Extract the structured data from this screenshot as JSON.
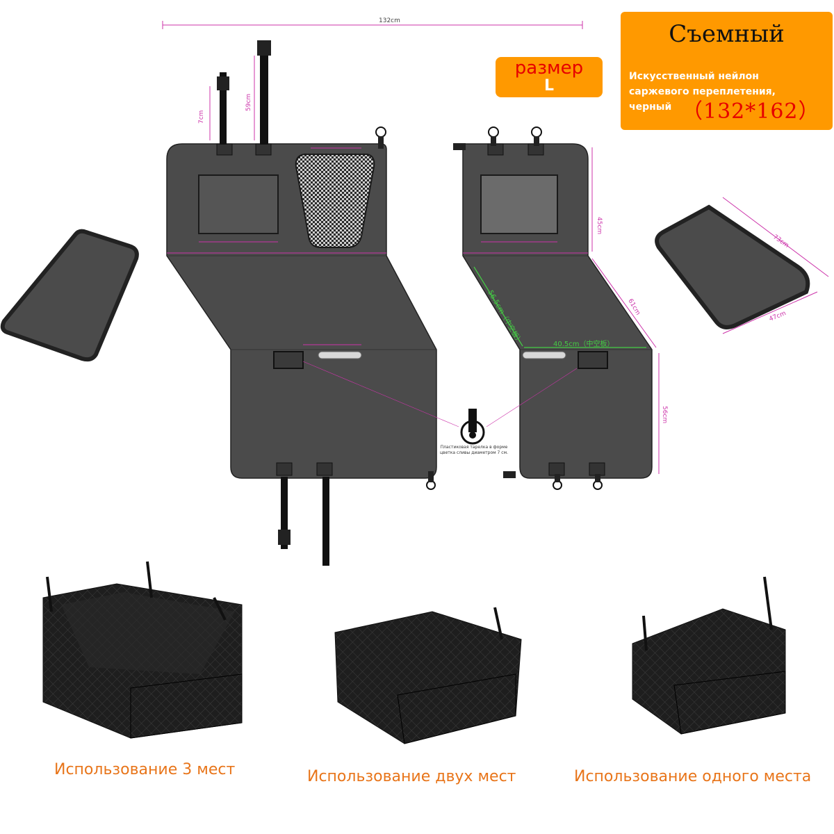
{
  "badges": {
    "size_line1": "размер",
    "size_line2": "L",
    "title": "Съемный",
    "desc_line1": "Искусственный нейлон",
    "desc_line2": "саржевого переплетения,",
    "desc_line3": "черный",
    "dims": "（132*162）"
  },
  "dimensions": {
    "total_width": "132cm",
    "strap_left": "7cm",
    "strap_right": "59cm",
    "panel_45": "45cm",
    "panel_61": "61cm",
    "panel_56": "56cm",
    "pad_73": "73cm",
    "pad_47": "47cm",
    "diag_565": "56.5cm（中空板）",
    "width_405": "40.5cm（中空板）"
  },
  "notes": {
    "hook_note": "Пластиковая тарелка в форме цветка сливы диаметром 7 см."
  },
  "captions": {
    "three": "Использование 3 мест",
    "two": "Использование двух мест",
    "one": "Использование одного места"
  },
  "colors": {
    "accent_orange": "#ff9900",
    "caption_orange": "#e8751a",
    "red_text": "#e60000",
    "panel_gray": "#4a4a4a",
    "dim_magenta": "#cc33aa",
    "dim_green": "#44cc44"
  }
}
